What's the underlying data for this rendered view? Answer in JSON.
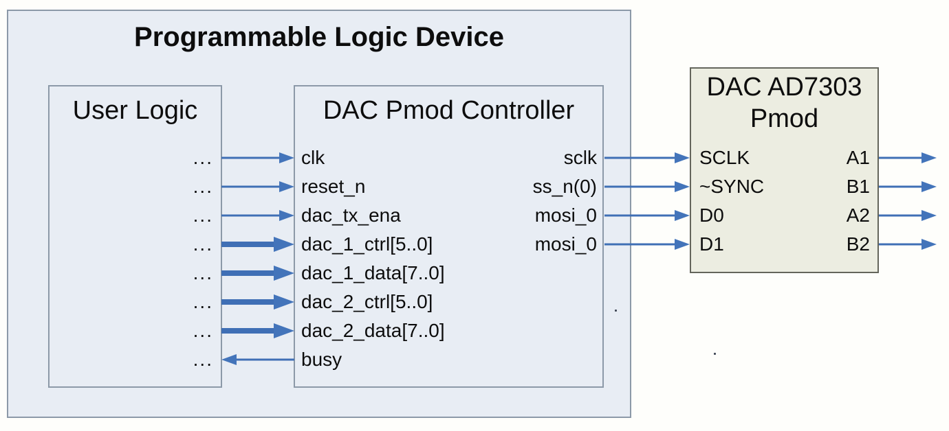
{
  "pld": {
    "title": "Programmable Logic Device",
    "user_logic": {
      "title": "User Logic",
      "ports": [
        "...",
        "...",
        "...",
        "...",
        "...",
        "...",
        "...",
        "..."
      ]
    },
    "controller": {
      "title": "DAC Pmod Controller",
      "left_ports": [
        "clk",
        "reset_n",
        "dac_tx_ena",
        "dac_1_ctrl[5..0]",
        "dac_1_data[7..0]",
        "dac_2_ctrl[5..0]",
        "dac_2_data[7..0]",
        "busy"
      ],
      "right_ports": [
        "sclk",
        "ss_n(0)",
        "mosi_0",
        "mosi_0"
      ]
    }
  },
  "pmod": {
    "title_line1": "DAC AD7303",
    "title_line2": "Pmod",
    "left_ports": [
      "SCLK",
      "~SYNC",
      "D0",
      "D1"
    ],
    "right_ports": [
      "A1",
      "B1",
      "A2",
      "B2"
    ]
  },
  "connections": {
    "user_to_controller": [
      {
        "signal": "clk",
        "bus": false,
        "direction": "to_controller"
      },
      {
        "signal": "reset_n",
        "bus": false,
        "direction": "to_controller"
      },
      {
        "signal": "dac_tx_ena",
        "bus": false,
        "direction": "to_controller"
      },
      {
        "signal": "dac_1_ctrl[5..0]",
        "bus": true,
        "direction": "to_controller"
      },
      {
        "signal": "dac_1_data[7..0]",
        "bus": true,
        "direction": "to_controller"
      },
      {
        "signal": "dac_2_ctrl[5..0]",
        "bus": true,
        "direction": "to_controller"
      },
      {
        "signal": "dac_2_data[7..0]",
        "bus": true,
        "direction": "to_controller"
      },
      {
        "signal": "busy",
        "bus": false,
        "direction": "to_user_logic"
      }
    ],
    "controller_to_pmod": [
      {
        "from": "sclk",
        "to": "SCLK"
      },
      {
        "from": "ss_n(0)",
        "to": "~SYNC"
      },
      {
        "from": "mosi_0",
        "to": "D0"
      },
      {
        "from": "mosi_0",
        "to": "D1"
      }
    ],
    "pmod_outputs": [
      "A1",
      "B1",
      "A2",
      "B2"
    ]
  },
  "colors": {
    "pld_fill": "#e8edf4",
    "pld_border": "#8c99a8",
    "pmod_fill": "#ecede1",
    "pmod_border": "#64655b",
    "arrow": "#4374ba",
    "text": "#0d0d0d",
    "background": "#fefefb"
  }
}
